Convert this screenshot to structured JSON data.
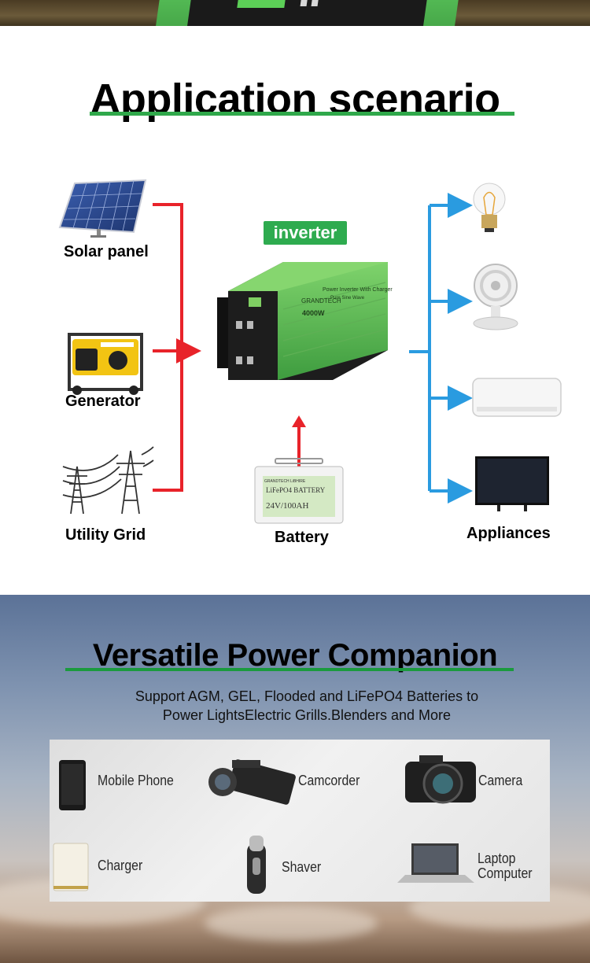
{
  "application": {
    "title": "Application scenario",
    "sources": [
      {
        "label": "Solar panel",
        "icon": "solar-panel-icon"
      },
      {
        "label": "Generator",
        "icon": "generator-icon"
      },
      {
        "label": "Utility Grid",
        "icon": "utility-grid-icon"
      }
    ],
    "inverter": {
      "tag": "inverter",
      "brand": "GRANDTECH",
      "model_text": "Power Inverter With Charger",
      "sub_text": "Pure Sine Wave",
      "wattage": "4000W"
    },
    "battery": {
      "label": "Battery",
      "brand": "GRANDTECH LiBHIRE",
      "type": "LiFePO4 BATTERY",
      "spec": "24V/100AH"
    },
    "appliances": {
      "label": "Appliances",
      "items": [
        "light-bulb-icon",
        "fan-icon",
        "air-conditioner-icon",
        "television-icon"
      ]
    },
    "colors": {
      "source_arrow": "#e8232a",
      "appliance_arrow": "#2a9be0",
      "battery_arrow": "#e8232a",
      "accent": "#2eab4f"
    }
  },
  "versatile": {
    "title": "Versatile Power Companion",
    "subtitle_line1": "Support AGM, GEL, Flooded and LiFePO4 Batteries to",
    "subtitle_line2": "Power LightsElectric Grills.Blenders and More",
    "devices": [
      {
        "label": "Mobile Phone",
        "icon": "mobile-phone-icon"
      },
      {
        "label": "Camcorder",
        "icon": "camcorder-icon"
      },
      {
        "label": "Camera",
        "icon": "camera-icon"
      },
      {
        "label": "Charger",
        "icon": "charger-icon"
      },
      {
        "label": "Shaver",
        "icon": "shaver-icon"
      },
      {
        "label_line1": "Laptop",
        "label_line2": "Computer",
        "icon": "laptop-icon"
      }
    ]
  }
}
